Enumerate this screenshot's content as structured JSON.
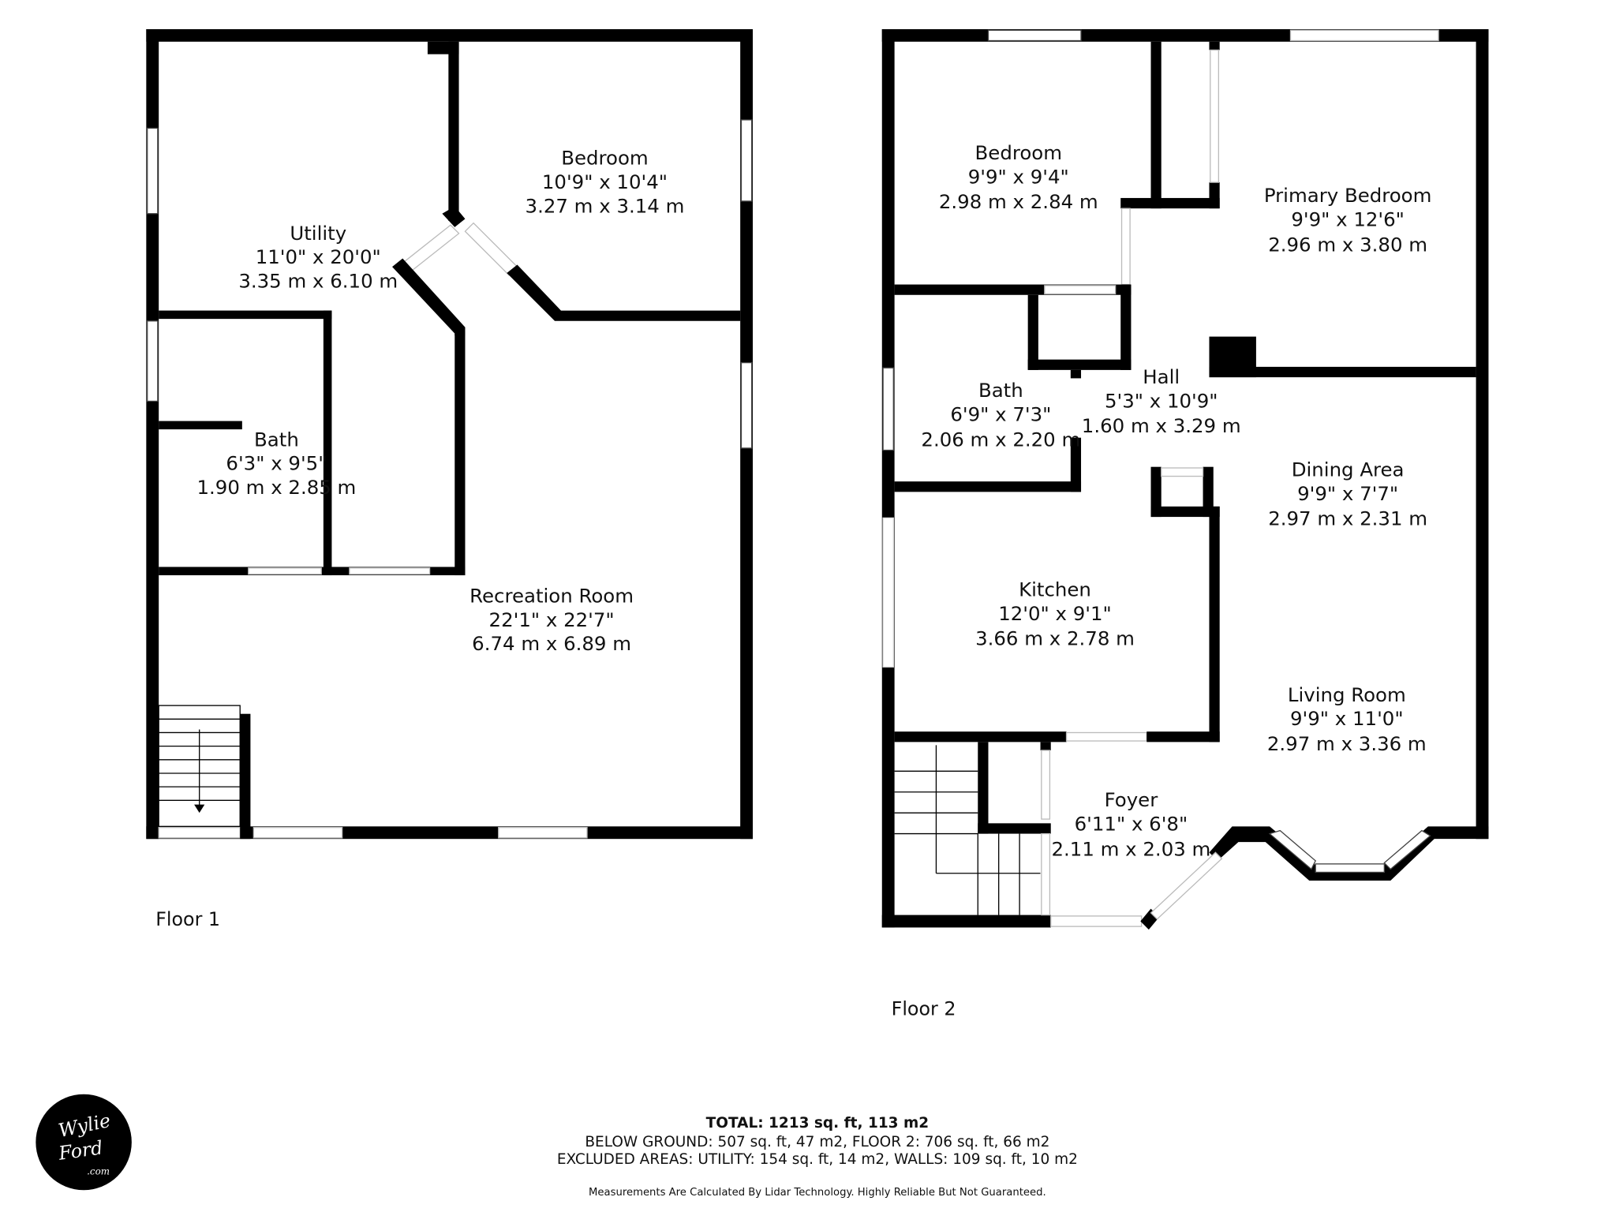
{
  "floor1": {
    "label": "Floor 1",
    "rooms": [
      {
        "name": "Utility",
        "imperial": "11'0\" x 20'0\"",
        "metric": "3.35 m x 6.10 m"
      },
      {
        "name": "Bedroom",
        "imperial": "10'9\" x 10'4\"",
        "metric": "3.27 m x 3.14 m"
      },
      {
        "name": "Bath",
        "imperial": "6'3\" x 9'5\"",
        "metric": "1.90 m x 2.85 m"
      },
      {
        "name": "Recreation Room",
        "imperial": "22'1\" x 22'7\"",
        "metric": "6.74 m x 6.89 m"
      }
    ]
  },
  "floor2": {
    "label": "Floor 2",
    "rooms": [
      {
        "name": "Bedroom",
        "imperial": "9'9\" x 9'4\"",
        "metric": "2.98 m x 2.84 m"
      },
      {
        "name": "Primary Bedroom",
        "imperial": "9'9\" x 12'6\"",
        "metric": "2.96 m x 3.80 m"
      },
      {
        "name": "Bath",
        "imperial": "6'9\" x 7'3\"",
        "metric": "2.06 m x 2.20 m"
      },
      {
        "name": "Hall",
        "imperial": "5'3\" x 10'9\"",
        "metric": "1.60 m x 3.29 m"
      },
      {
        "name": "Dining Area",
        "imperial": "9'9\" x 7'7\"",
        "metric": "2.97 m x 2.31 m"
      },
      {
        "name": "Kitchen",
        "imperial": "12'0\" x 9'1\"",
        "metric": "3.66 m x 2.78 m"
      },
      {
        "name": "Living Room",
        "imperial": "9'9\" x 11'0\"",
        "metric": "2.97 m x 3.36 m"
      },
      {
        "name": "Foyer",
        "imperial": "6'11\" x 6'8\"",
        "metric": "2.11 m x 2.03 m"
      }
    ]
  },
  "summary": {
    "total": "TOTAL: 1213 sq. ft, 113 m2",
    "line2": "BELOW GROUND: 507 sq. ft, 47 m2, FLOOR 2: 706 sq. ft, 66 m2",
    "line3": "EXCLUDED AREAS: UTILITY: 154 sq. ft, 14 m2, WALLS: 109 sq. ft, 10 m2",
    "disclaimer": "Measurements Are Calculated By Lidar Technology. Highly Reliable But Not Guaranteed."
  },
  "logo": {
    "line1": "Wylie",
    "line2": "Ford",
    "line3": ".com"
  }
}
